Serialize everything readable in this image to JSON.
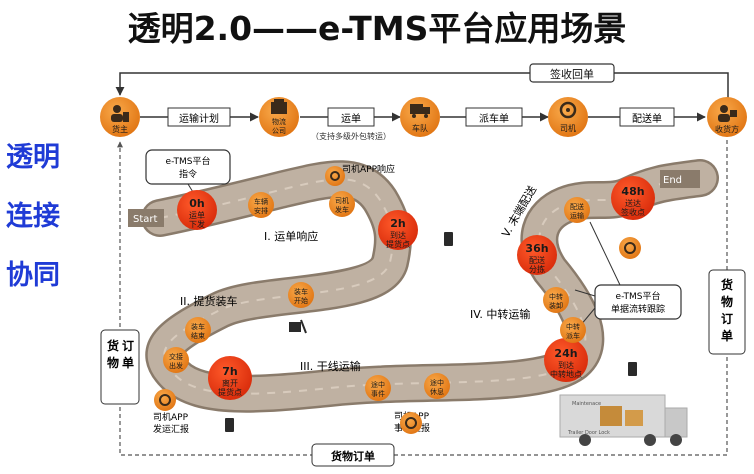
{
  "title": "透明2.0——e-TMS平台应用场景",
  "side_words": [
    "透明",
    "连接",
    "协同"
  ],
  "colors": {
    "orange": "#f08a1e",
    "red": "#e63312",
    "road": "#b8a896",
    "road_edge": "#8a7b6b",
    "blue": "#1f3bd6",
    "dark": "#3a3a3a"
  },
  "top_flow": {
    "actors": [
      {
        "label": "货主",
        "icon": "shipper-icon"
      },
      {
        "label": "物流公司",
        "icon": "logistics-company-icon"
      },
      {
        "label": "车队",
        "icon": "fleet-truck-icon"
      },
      {
        "label": "司机",
        "icon": "driver-wheel-icon"
      },
      {
        "label": "收货方",
        "icon": "consignee-icon"
      }
    ],
    "links": [
      "运输计划",
      "运单",
      "派车单",
      "配送单"
    ],
    "waybill_note": "（支持多级外包转运）",
    "receipt_label": "签收回单"
  },
  "side_labels": {
    "left": "货物订单",
    "right": "货物订单",
    "bottom": "货物订单"
  },
  "platform_callouts": {
    "start": "e-TMS平台指令",
    "tracking": "e-TMS平台单据流转跟踪"
  },
  "road": {
    "start_label": "Start",
    "end_label": "End"
  },
  "stages": [
    "I. 运单响应",
    "II. 提货装车",
    "III. 干线运输",
    "IV. 中转运输",
    "V. 末端配送"
  ],
  "time_nodes": [
    {
      "time": "0h",
      "text": "运单下发"
    },
    {
      "time": "2h",
      "text": "到达提货点"
    },
    {
      "time": "7h",
      "text": "离开提货点"
    },
    {
      "time": "24h",
      "text": "到达中转地点"
    },
    {
      "time": "36h",
      "text": "配送分拣"
    },
    {
      "time": "48h",
      "text": "送达签收点"
    }
  ],
  "small_nodes": [
    "车辆安排",
    "司机发车",
    "装车开始",
    "装车结束",
    "交接出发",
    "途中事件",
    "途中休息",
    "中转装卸",
    "中转派车",
    "配送运输"
  ],
  "app_notes": [
    "司机APP响应",
    "司机APP发运汇报",
    "司机APP事件上报"
  ],
  "truck_sign": "Maintenace",
  "dock_sign": "Trailer Door Lock"
}
